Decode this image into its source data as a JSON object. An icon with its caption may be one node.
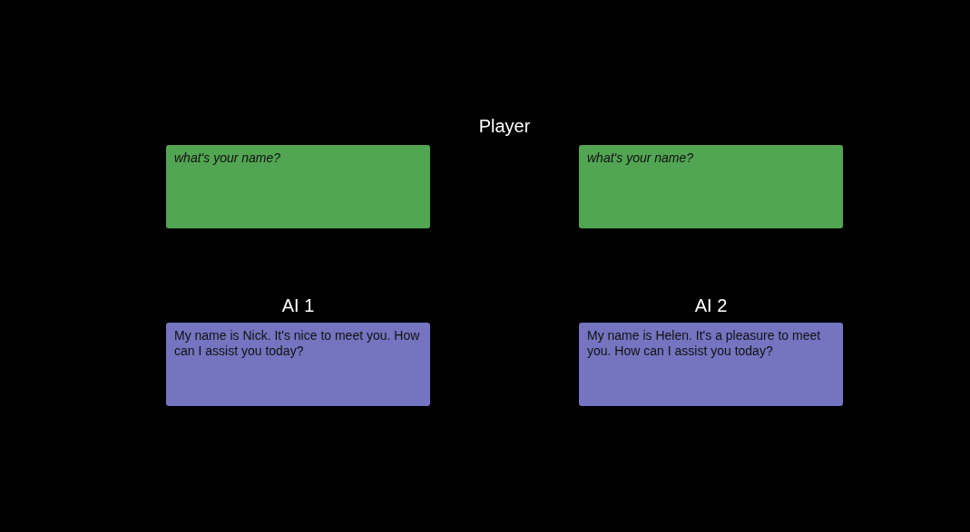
{
  "diagram": {
    "nodes": [
      {
        "text": [
          "what's your name?"
        ]
      },
      {
        "text": [
          "what's your name?"
        ]
      },
      {
        "text": [
          "AI 1",
          "My name is Nick. It's nice to meet you. How can I assist you today?"
        ]
      },
      {
        "text": [
          "AI 2",
          "My name is Helen. It's a pleasure to meet you. How can I assist you today?"
        ]
      }
    ],
    "labels": [
      "Player"
    ]
  }
}
